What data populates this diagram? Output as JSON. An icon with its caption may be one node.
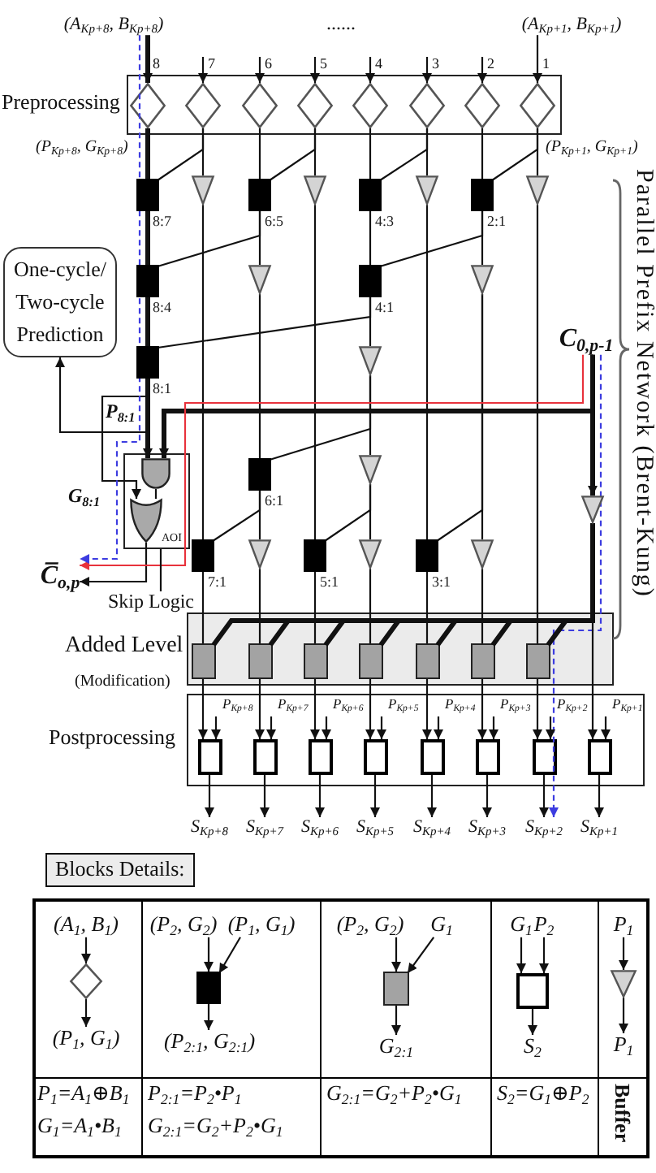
{
  "diagram": {
    "nodes": [
      {
        "text": [
          "(A$_{Kp+8}$, B$_{Kp+8}$)"
        ]
      },
      {
        "text": [
          "(A$_{Kp+1}$, B$_{Kp+1}$)"
        ]
      },
      {
        "text": [
          "Preprocessing"
        ]
      },
      {
        "text": [],
        "shape": "diamond",
        "in": 2
      },
      {
        "text": [],
        "shape": "diamond",
        "in": 2
      },
      {
        "text": [],
        "shape": "diamond",
        "in": 2
      },
      {
        "text": [],
        "shape": "diamond",
        "in": 2
      },
      {
        "text": [],
        "shape": "diamond",
        "in": 2
      },
      {
        "text": [],
        "shape": "diamond",
        "in": 2
      },
      {
        "text": [],
        "shape": "diamond",
        "in": 2
      },
      {
        "text": [],
        "shape": "diamond",
        "in": 2
      },
      {
        "text": [],
        "shape": "box",
        "beside": [
          "8:7"
        ]
      },
      {
        "text": [],
        "shape": "triangle"
      },
      {
        "text": [],
        "shape": "box",
        "beside": [
          "6:5"
        ]
      },
      {
        "text": [],
        "shape": "triangle"
      },
      {
        "text": [],
        "shape": "box",
        "beside": [
          "4:3"
        ]
      },
      {
        "text": [],
        "shape": "triangle"
      },
      {
        "text": [],
        "shape": "box",
        "beside": [
          "2:1"
        ]
      },
      {
        "text": [],
        "shape": "triangle"
      },
      {
        "text": [
          "One-cycle/ Two-cycle Prediction"
        ]
      },
      {
        "text": [],
        "shape": "box",
        "beside": [
          "8:4"
        ]
      },
      {
        "text": [],
        "shape": "triangle"
      },
      {
        "text": [],
        "shape": "box",
        "beside": [
          "4:1"
        ]
      },
      {
        "text": [],
        "shape": "triangle"
      },
      {
        "text": [],
        "shape": "box",
        "beside": [
          "8:1"
        ]
      },
      {
        "text": [],
        "shape": "triangle"
      },
      {
        "text": [
          "C$_{0,p-1}$"
        ]
      },
      {
        "text": [],
        "shape": "box"
      },
      {
        "text": [],
        "shape": "gate",
        "in": 27
      },
      {
        "text": [],
        "shape": "gate",
        "in": 27
      },
      {
        "text": [],
        "shape": "box",
        "beside": [
          "6:1"
        ]
      },
      {
        "text": [],
        "shape": "triangle"
      },
      {
        "text": [],
        "shape": "triangle"
      },
      {
        "text": [],
        "shape": "box",
        "beside": [
          "7:1"
        ]
      },
      {
        "text": [],
        "shape": "triangle"
      },
      {
        "text": [],
        "shape": "box",
        "beside": [
          "5:1"
        ]
      },
      {
        "text": [],
        "shape": "triangle"
      },
      {
        "text": [],
        "shape": "box",
        "beside": [
          "3:1"
        ]
      },
      {
        "text": [],
        "shape": "triangle"
      },
      {
        "text": [
          "C̅$_{o,p}$"
        ]
      },
      {
        "text": [
          "Skip Logic"
        ]
      },
      {
        "text": [
          "Added Level",
          "(Modification)"
        ]
      },
      {
        "text": [],
        "shape": "box",
        "in": 41
      },
      {
        "text": [],
        "shape": "box",
        "in": 41
      },
      {
        "text": [],
        "shape": "box",
        "in": 41
      },
      {
        "text": [],
        "shape": "box",
        "in": 41
      },
      {
        "text": [],
        "shape": "box",
        "in": 41
      },
      {
        "text": [],
        "shape": "box",
        "in": 41
      },
      {
        "text": [],
        "shape": "box",
        "in": 41
      },
      {
        "text": [
          "Postprocessing"
        ]
      },
      {
        "text": [],
        "shape": "box",
        "in": 49
      },
      {
        "text": [],
        "shape": "box",
        "in": 49
      },
      {
        "text": [],
        "shape": "box",
        "in": 49
      },
      {
        "text": [],
        "shape": "box",
        "in": 49
      },
      {
        "text": [],
        "shape": "box",
        "in": 49
      },
      {
        "text": [],
        "shape": "box",
        "in": 49
      },
      {
        "text": [],
        "shape": "box",
        "in": 49
      },
      {
        "text": [],
        "shape": "box",
        "in": 49
      },
      {
        "text": [
          "S$_{Kp+8}$"
        ]
      },
      {
        "text": [
          "S$_{Kp+7}$"
        ]
      },
      {
        "text": [
          "S$_{Kp+6}$"
        ]
      },
      {
        "text": [
          "S$_{Kp+5}$"
        ]
      },
      {
        "text": [
          "S$_{Kp+4}$"
        ]
      },
      {
        "text": [
          "S$_{Kp+3}$"
        ]
      },
      {
        "text": [
          "S$_{Kp+2}$"
        ]
      },
      {
        "text": [
          "S$_{Kp+1}$"
        ]
      },
      {
        "text": [
          "Blocks Details:"
        ]
      },
      {
        "text": [
          "(A$_{1}$, B$_{1}$)"
        ]
      },
      {
        "text": [],
        "shape": "diamond"
      },
      {
        "text": [
          "(P$_{1}$, G$_{1}$)"
        ]
      },
      {
        "text": [
          "(P$_{2}$, G$_{2}$)"
        ]
      },
      {
        "text": [
          "(P$_{1}$, G$_{1}$)"
        ]
      },
      {
        "text": [],
        "shape": "box"
      },
      {
        "text": [
          "(P$_{2:1}$, G$_{2:1}$)"
        ]
      },
      {
        "text": [
          "(P$_{2}$, G$_{2}$)"
        ]
      },
      {
        "text": [
          "G$_{1}$"
        ]
      },
      {
        "text": [],
        "shape": "box"
      },
      {
        "text": [
          "G$_{2:1}$"
        ]
      },
      {
        "text": [
          "G$_{1}$"
        ]
      },
      {
        "text": [
          "P$_{2}$"
        ]
      },
      {
        "text": [],
        "shape": "box"
      },
      {
        "text": [
          "S$_{2}$"
        ]
      },
      {
        "text": [
          "P$_{1}$"
        ]
      },
      {
        "text": [],
        "shape": "triangle"
      },
      {
        "text": [
          "P$_{1}$"
        ]
      }
    ],
    "edges": [
      {
        "from": 0,
        "to": 3,
        "arrow": "to",
        "label": "8",
        "style": "thick"
      },
      {
        "from": null,
        "to": 4,
        "arrow": "to",
        "label": "7"
      },
      {
        "from": null,
        "to": 5,
        "arrow": "to",
        "label": "6"
      },
      {
        "from": null,
        "to": 6,
        "arrow": "to",
        "label": "5"
      },
      {
        "from": null,
        "to": 7,
        "arrow": "to",
        "label": "4"
      },
      {
        "from": null,
        "to": 8,
        "arrow": "to",
        "label": "3"
      },
      {
        "from": null,
        "to": 9,
        "arrow": "to",
        "label": "2"
      },
      {
        "from": 1,
        "to": 10,
        "arrow": "to",
        "label": "1"
      },
      {
        "from": 3,
        "to": 11,
        "arrow": "none",
        "style": "thick"
      },
      {
        "from": 4,
        "to": 11,
        "arrow": "none"
      },
      {
        "from": 4,
        "to": 12,
        "arrow": "none"
      },
      {
        "from": 5,
        "to": 13,
        "arrow": "none"
      },
      {
        "from": 6,
        "to": 13,
        "arrow": "none"
      },
      {
        "from": 6,
        "to": 14,
        "arrow": "none"
      },
      {
        "from": 7,
        "to": 15,
        "arrow": "none"
      },
      {
        "from": 8,
        "to": 15,
        "arrow": "none"
      },
      {
        "from": 8,
        "to": 16,
        "arrow": "none"
      },
      {
        "from": 9,
        "to": 17,
        "arrow": "none"
      },
      {
        "from": 10,
        "to": 17,
        "arrow": "none"
      },
      {
        "from": 10,
        "to": 18,
        "arrow": "none"
      },
      {
        "from": 11,
        "to": 20,
        "arrow": "none",
        "style": "thick"
      },
      {
        "from": 13,
        "to": 20,
        "arrow": "none"
      },
      {
        "from": 13,
        "to": 21,
        "arrow": "none"
      },
      {
        "from": 15,
        "to": 22,
        "arrow": "none"
      },
      {
        "from": 17,
        "to": 22,
        "arrow": "none"
      },
      {
        "from": 17,
        "to": 23,
        "arrow": "none"
      },
      {
        "from": 20,
        "to": 24,
        "arrow": "none",
        "style": "thick"
      },
      {
        "from": 22,
        "to": 24,
        "arrow": "none"
      },
      {
        "from": 22,
        "to": 25,
        "arrow": "none"
      },
      {
        "from": 21,
        "to": 30,
        "arrow": "none"
      },
      {
        "from": 25,
        "to": 30,
        "arrow": "none"
      },
      {
        "from": 25,
        "to": 31,
        "arrow": "none"
      },
      {
        "from": 12,
        "to": 33,
        "arrow": "none"
      },
      {
        "from": 30,
        "to": 33,
        "arrow": "none"
      },
      {
        "from": 30,
        "to": 34,
        "arrow": "none"
      },
      {
        "from": 14,
        "to": 35,
        "arrow": "none"
      },
      {
        "from": 31,
        "to": 35,
        "arrow": "none"
      },
      {
        "from": 31,
        "to": 36,
        "arrow": "none"
      },
      {
        "from": 16,
        "to": 37,
        "arrow": "none"
      },
      {
        "from": 23,
        "to": 37,
        "arrow": "none"
      },
      {
        "from": 23,
        "to": 38,
        "arrow": "none"
      },
      {
        "from": 33,
        "to": 42,
        "arrow": "none"
      },
      {
        "from": 34,
        "to": 43,
        "arrow": "none"
      },
      {
        "from": 35,
        "to": 44,
        "arrow": "none"
      },
      {
        "from": 36,
        "to": 45,
        "arrow": "none"
      },
      {
        "from": 37,
        "to": 46,
        "arrow": "none"
      },
      {
        "from": 38,
        "to": 47,
        "arrow": "none"
      },
      {
        "from": 18,
        "to": 48,
        "arrow": "none"
      },
      {
        "from": 26,
        "to": 32,
        "arrow": "to",
        "style": "thick"
      },
      {
        "from": 26,
        "to": 28,
        "arrow": "to",
        "style": "thick"
      },
      {
        "from": 24,
        "to": 28,
        "arrow": "to",
        "label": "P$_{8:1}$",
        "style": "thick"
      },
      {
        "from": 24,
        "to": 19,
        "arrow": "to"
      },
      {
        "from": 24,
        "to": 29,
        "arrow": "to",
        "label": "G$_{8:1}$"
      },
      {
        "from": 28,
        "to": 29,
        "arrow": "none"
      },
      {
        "from": 29,
        "to": 39,
        "arrow": "to"
      },
      {
        "from": 26,
        "to": 39,
        "arrow": "to",
        "color": "#e8323c"
      },
      {
        "from": 0,
        "to": 39,
        "arrow": "to",
        "style": "dashed",
        "color": "#3c3ce0"
      },
      {
        "from": 26,
        "to": 64,
        "arrow": "to",
        "style": "dashed",
        "color": "#3c3ce0"
      },
      {
        "from": 40,
        "to": 27,
        "arrow": "none"
      },
      {
        "from": 32,
        "to": 42,
        "arrow": "none",
        "style": "thick"
      },
      {
        "from": 32,
        "to": 43,
        "arrow": "none",
        "style": "thick"
      },
      {
        "from": 32,
        "to": 44,
        "arrow": "none",
        "style": "thick"
      },
      {
        "from": 32,
        "to": 45,
        "arrow": "none",
        "style": "thick"
      },
      {
        "from": 32,
        "to": 46,
        "arrow": "none",
        "style": "thick"
      },
      {
        "from": 32,
        "to": 47,
        "arrow": "none",
        "style": "thick"
      },
      {
        "from": 32,
        "to": 48,
        "arrow": "none",
        "style": "thick"
      },
      {
        "from": 32,
        "to": 57,
        "arrow": "to"
      },
      {
        "from": 42,
        "to": 50,
        "arrow": "to"
      },
      {
        "from": 43,
        "to": 51,
        "arrow": "to"
      },
      {
        "from": 44,
        "to": 52,
        "arrow": "to"
      },
      {
        "from": 45,
        "to": 53,
        "arrow": "to"
      },
      {
        "from": 46,
        "to": 54,
        "arrow": "to"
      },
      {
        "from": 47,
        "to": 55,
        "arrow": "to"
      },
      {
        "from": 48,
        "to": 56,
        "arrow": "to"
      },
      {
        "from": null,
        "to": 50,
        "arrow": "to",
        "label": "P$_{Kp+8}$"
      },
      {
        "from": null,
        "to": 51,
        "arrow": "to",
        "label": "P$_{Kp+7}$"
      },
      {
        "from": null,
        "to": 52,
        "arrow": "to",
        "label": "P$_{Kp+6}$"
      },
      {
        "from": null,
        "to": 53,
        "arrow": "to",
        "label": "P$_{Kp+5}$"
      },
      {
        "from": null,
        "to": 54,
        "arrow": "to",
        "label": "P$_{Kp+4}$"
      },
      {
        "from": null,
        "to": 55,
        "arrow": "to",
        "label": "P$_{Kp+3}$"
      },
      {
        "from": null,
        "to": 56,
        "arrow": "to",
        "label": "P$_{Kp+2}$"
      },
      {
        "from": null,
        "to": 57,
        "arrow": "to",
        "label": "P$_{Kp+1}$"
      },
      {
        "from": 50,
        "to": 58,
        "arrow": "to"
      },
      {
        "from": 51,
        "to": 59,
        "arrow": "to"
      },
      {
        "from": 52,
        "to": 60,
        "arrow": "to"
      },
      {
        "from": 53,
        "to": 61,
        "arrow": "to"
      },
      {
        "from": 54,
        "to": 62,
        "arrow": "to"
      },
      {
        "from": 55,
        "to": 63,
        "arrow": "to"
      },
      {
        "from": 56,
        "to": 64,
        "arrow": "to"
      },
      {
        "from": 57,
        "to": 65,
        "arrow": "to"
      },
      {
        "from": 67,
        "to": 68,
        "arrow": "to"
      },
      {
        "from": 68,
        "to": 69,
        "arrow": "to"
      },
      {
        "from": 70,
        "to": 72,
        "arrow": "to"
      },
      {
        "from": 71,
        "to": 72,
        "arrow": "to"
      },
      {
        "from": 72,
        "to": 73,
        "arrow": "to"
      },
      {
        "from": 74,
        "to": 76,
        "arrow": "to"
      },
      {
        "from": 75,
        "to": 76,
        "arrow": "to"
      },
      {
        "from": 76,
        "to": 77,
        "arrow": "to"
      },
      {
        "from": 78,
        "to": 80,
        "arrow": "to"
      },
      {
        "from": 79,
        "to": 80,
        "arrow": "to"
      },
      {
        "from": 80,
        "to": 81,
        "arrow": "to"
      },
      {
        "from": 82,
        "to": 83,
        "arrow": "to"
      },
      {
        "from": 83,
        "to": 84,
        "arrow": "to"
      }
    ],
    "labels": [
      "......",
      "(P$_{Kp+8}$, G$_{Kp+8}$)",
      "(P$_{Kp+1}$, G$_{Kp+1}$)",
      "Parallel Prefix Network (Brent-Kung)",
      "AOI",
      "P$_{1}$=A$_{1}$⊕B$_{1}$",
      "G$_{1}$=A$_{1}$•B$_{1}$",
      "P$_{2:1}$=P$_{2}$•P$_{1}$",
      "G$_{2:1}$=G$_{2}$+P$_{2}$•G$_{1}$",
      "G$_{2:1}$=G$_{2}$+P$_{2}$•G$_{1}$",
      "S$_{2}$=G$_{1}$⊕P$_{2}$",
      "Buffer"
    ]
  }
}
